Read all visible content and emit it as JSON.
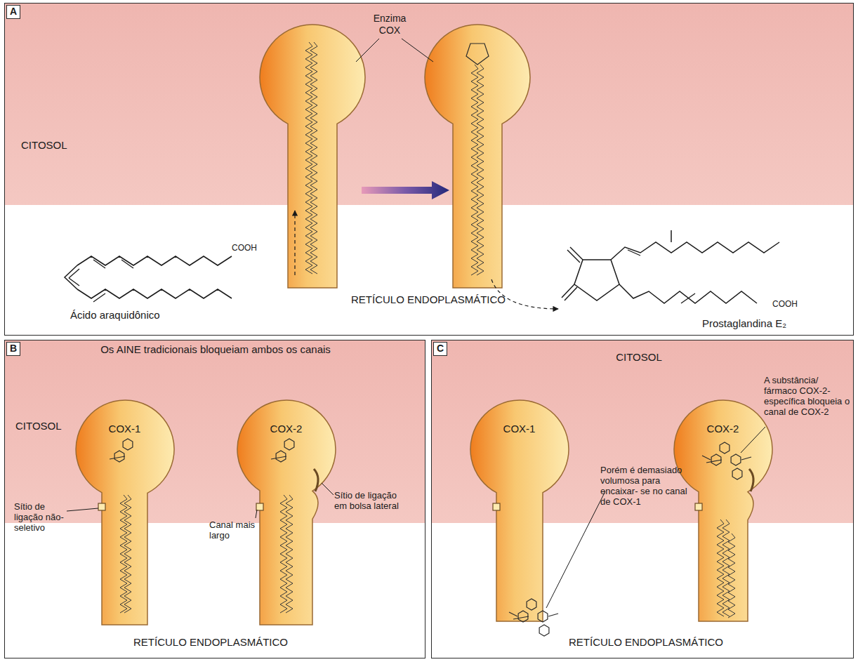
{
  "diagram": {
    "nodes": [
      {
        "text": [
          "A"
        ]
      },
      {
        "text": [
          "B",
          "Os AINE tradicionais bloqueiam ambos os canais"
        ]
      },
      {
        "text": [
          "COX-1"
        ],
        "in": 1
      },
      {
        "text": [
          "COX-2"
        ],
        "in": 1
      },
      {
        "text": [
          "C"
        ]
      },
      {
        "text": [
          "COX-1"
        ],
        "in": 4
      },
      {
        "text": [
          "COX-2"
        ],
        "in": 4
      }
    ],
    "labels": [
      "Enzima COX",
      "CITOSOL",
      "COOH",
      "Ácido araquidônico",
      "RETÍCULO ENDOPLASMÁTICO",
      "COOH",
      "Prostaglandina E₂",
      "CITOSOL",
      "Sítio de ligação não-seletivo",
      "Canal mais largo",
      "Sítio de ligação em bolsa lateral",
      "RETÍCULO ENDOPLASMÁTICO",
      "CITOSOL",
      "A substância/ fármaco COX-2- específica bloqueia o canal de COX-2",
      "Porém é demasiado volumosa para encaixar- se no canal de COX-1",
      "RETÍCULO ENDOPLASMÁTICO"
    ]
  }
}
